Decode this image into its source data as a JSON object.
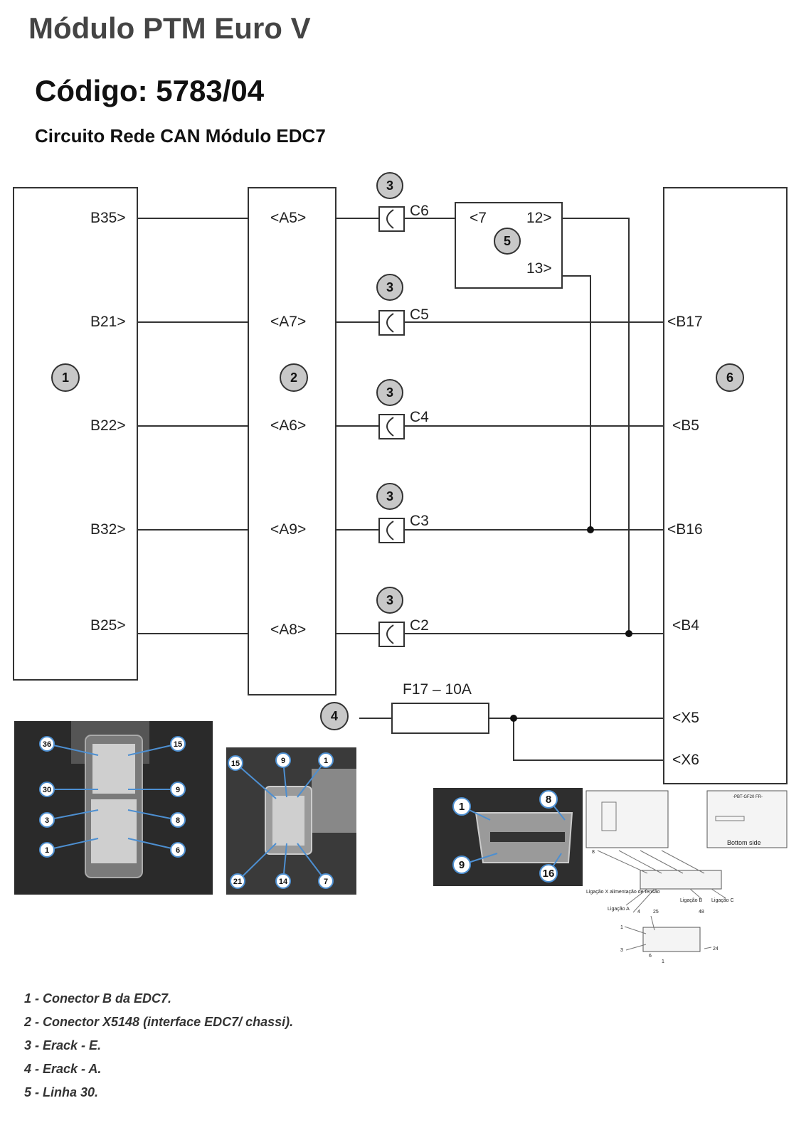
{
  "title": "Módulo PTM Euro V",
  "code": "Código: 5783/04",
  "subtitle": "Circuito Rede CAN Módulo EDC7",
  "diagram": {
    "component_numbers": [
      "1",
      "2",
      "3",
      "4",
      "5",
      "6"
    ],
    "connector1_pins": [
      "B35>",
      "B21>",
      "B22>",
      "B32>",
      "B25>"
    ],
    "connector2_pins": [
      "<A5>",
      "<A7>",
      "<A6>",
      "<A9>",
      "<A8>"
    ],
    "erack_labels": [
      "C6",
      "C5",
      "C4",
      "C3",
      "C2"
    ],
    "module5_pins": [
      "<7",
      "12>",
      "13>"
    ],
    "module6_pins": [
      "<B17",
      "<B5",
      "<B16",
      "<B4",
      "<X5",
      "<X6"
    ],
    "fuse_label": "F17 – 10A"
  },
  "photos": {
    "photo1_callouts": [
      "36",
      "15",
      "30",
      "9",
      "3",
      "8",
      "1",
      "6"
    ],
    "photo2_callouts": [
      "15",
      "9",
      "1",
      "21",
      "14",
      "7"
    ],
    "photo3_callouts": [
      "1",
      "8",
      "9",
      "16"
    ],
    "drawing_labels": [
      "Ligação X alimentação de tensão",
      "Ligação A",
      "Ligação B",
      "Ligação C",
      "Bottom side",
      "-PBT-GF20 FR-"
    ],
    "drawing_numbers": [
      "4",
      "25",
      "48",
      "1",
      "3",
      "6",
      "1",
      "24",
      "8"
    ]
  },
  "legend": [
    "1 - Conector B da EDC7.",
    "2 - Conector X5148 (interface EDC7/ chassi).",
    "3 - Erack - E.",
    "4 - Erack - A.",
    "5 - Linha 30."
  ]
}
